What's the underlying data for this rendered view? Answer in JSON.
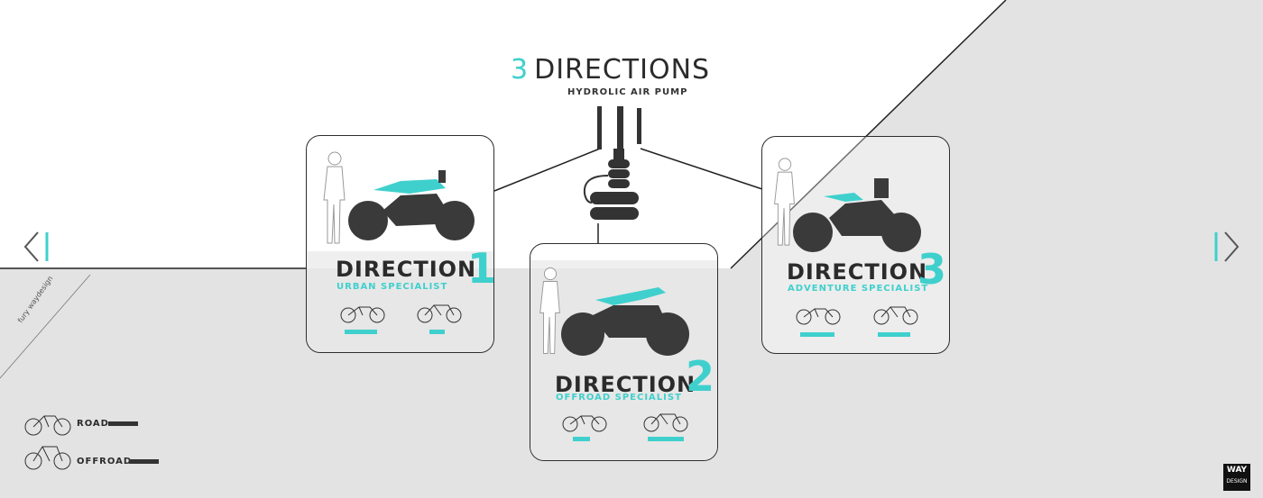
{
  "header": {
    "number": "3",
    "title": "DIRECTIONS",
    "subtitle": "HYDROLIC AIR PUMP"
  },
  "cards": [
    {
      "label": "DIRECTION",
      "number": "1",
      "spec": "URBAN SPECIALIST",
      "road_rating": 0.85,
      "offroad_rating": 0.4
    },
    {
      "label": "DIRECTION",
      "number": "2",
      "spec": "OFFROAD SPECIALIST",
      "road_rating": 0.45,
      "offroad_rating": 0.95
    },
    {
      "label": "DIRECTION",
      "number": "3",
      "spec": "ADVENTURE SPECIALIST",
      "road_rating": 0.9,
      "offroad_rating": 0.85
    }
  ],
  "legend": [
    {
      "label": "ROAD"
    },
    {
      "label": "OFFROAD"
    }
  ],
  "credit": "fury waydesign",
  "logo": {
    "line1": "WAY",
    "line2": "DESIGN"
  },
  "colors": {
    "accent": "#3fd0cd",
    "dark": "#2b2b2b",
    "panel": "#e3e3e3"
  },
  "icons": {
    "prev": "chevron-left-icon",
    "next": "chevron-right-icon"
  }
}
